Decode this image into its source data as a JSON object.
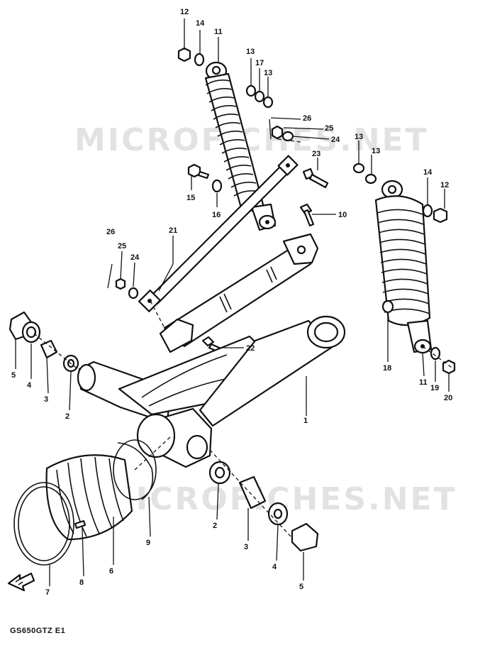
{
  "watermark": [
    "MICROFICHES.NET",
    "MICROFICHES.NET"
  ],
  "model_code": "GS650GTZ E1",
  "callouts": [
    "12",
    "14",
    "11",
    "13",
    "17",
    "13",
    "26",
    "25",
    "24",
    "23",
    "13",
    "13",
    "15",
    "16",
    "14",
    "12",
    "10",
    "21",
    "26",
    "25",
    "24",
    "5",
    "4",
    "3",
    "2",
    "22",
    "18",
    "11",
    "19",
    "20",
    "1",
    "2",
    "3",
    "9",
    "6",
    "8",
    "7",
    "4",
    "5"
  ],
  "icons": [
    "front-direction-arrow-icon"
  ],
  "colors": {
    "ink": "#111111",
    "paper": "#ffffff",
    "watermark": "#d9d9d9"
  }
}
